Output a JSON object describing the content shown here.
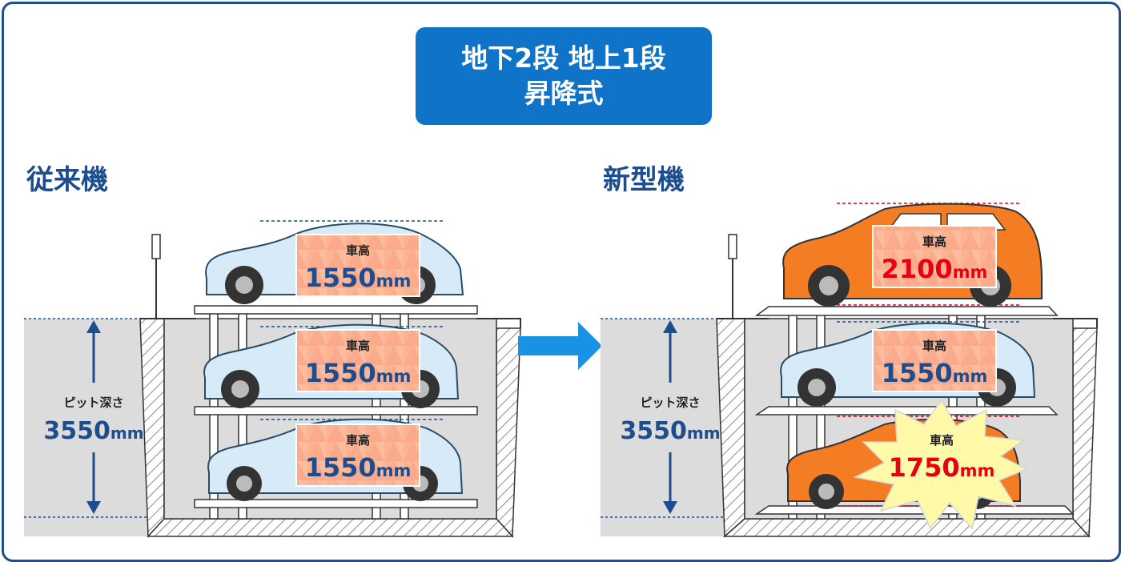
{
  "header": {
    "line1": "地下2段  地上1段",
    "line2": "昇降式"
  },
  "left": {
    "heading": "従来機",
    "pit_label": "ピット深さ",
    "pit_value": "3550",
    "pit_unit": "mm",
    "cars": [
      {
        "label": "車高",
        "value": "1550",
        "unit": "mm"
      },
      {
        "label": "車高",
        "value": "1550",
        "unit": "mm"
      },
      {
        "label": "車高",
        "value": "1550",
        "unit": "mm"
      }
    ]
  },
  "right": {
    "heading": "新型機",
    "pit_label": "ピット深さ",
    "pit_value": "3550",
    "pit_unit": "mm",
    "cars": [
      {
        "label": "車高",
        "value": "2100",
        "unit": "mm"
      },
      {
        "label": "車高",
        "value": "1550",
        "unit": "mm"
      },
      {
        "label": "車高",
        "value": "1750",
        "unit": "mm"
      }
    ]
  },
  "colors": {
    "frame": "#1f4e8c",
    "title_bg": "#0f74c7",
    "heading": "#1b4d8f",
    "pit": "#dcdcdc",
    "car_blue": "#d6eaf8",
    "car_orange": "#f47c22",
    "label_bg": "#fbb392",
    "value_blue": "#1b4d8f",
    "value_red": "#e60012",
    "burst": "#fff9a8",
    "arrow": "#1792e4"
  }
}
